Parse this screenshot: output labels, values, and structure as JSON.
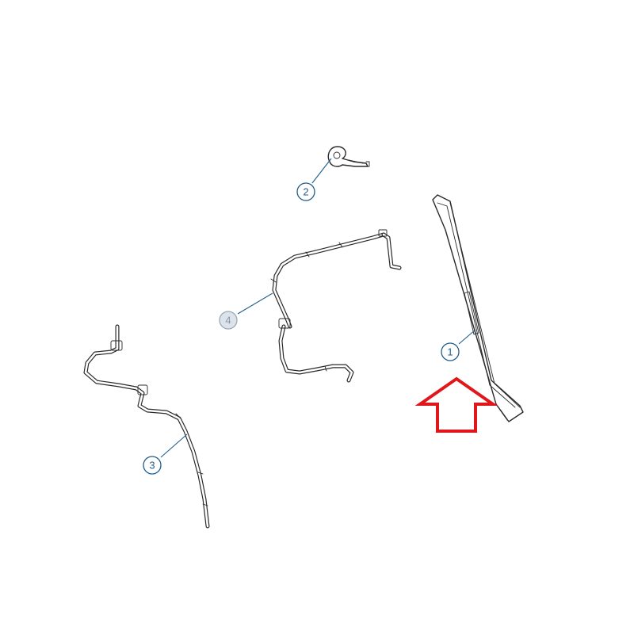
{
  "callouts": [
    {
      "id": "1",
      "label": "1",
      "muted": false
    },
    {
      "id": "2",
      "label": "2",
      "muted": false
    },
    {
      "id": "3",
      "label": "3",
      "muted": false
    },
    {
      "id": "4",
      "label": "4",
      "muted": true
    }
  ],
  "colors": {
    "line": "#2a2a2a",
    "callout": "#1f5c8b",
    "callout_muted": "#9aa8b6",
    "highlight_arrow": "#e0161b",
    "background": "#ffffff"
  },
  "annotations": {
    "highlight_arrow_icon": "arrow-up-outline-icon"
  }
}
